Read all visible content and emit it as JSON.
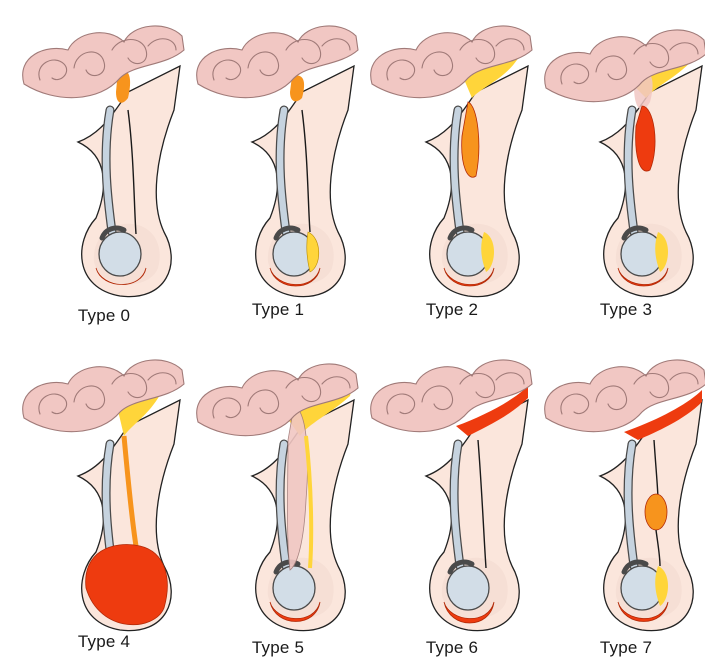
{
  "colors": {
    "skin": "#fbe6dc",
    "skin_edge": "#222222",
    "bowel": "#f1c7c3",
    "bowel_edge": "#a07a78",
    "cord": "#c6d3df",
    "cord_edge": "#4a4a4a",
    "testis": "#d2dde7",
    "fluid_red": "#ee3b0f",
    "fluid_orange": "#f7941d",
    "fluid_yellow": "#ffd53a",
    "tunica_pale": "#f6dfd5"
  },
  "panels": [
    {
      "id": "type-0",
      "label": "Type 0"
    },
    {
      "id": "type-1",
      "label": "Type 1"
    },
    {
      "id": "type-2",
      "label": "Type 2"
    },
    {
      "id": "type-3",
      "label": "Type 3"
    },
    {
      "id": "type-4",
      "label": "Type 4"
    },
    {
      "id": "type-5",
      "label": "Type 5"
    },
    {
      "id": "type-6",
      "label": "Type 6"
    },
    {
      "id": "type-7",
      "label": "Type 7"
    }
  ]
}
